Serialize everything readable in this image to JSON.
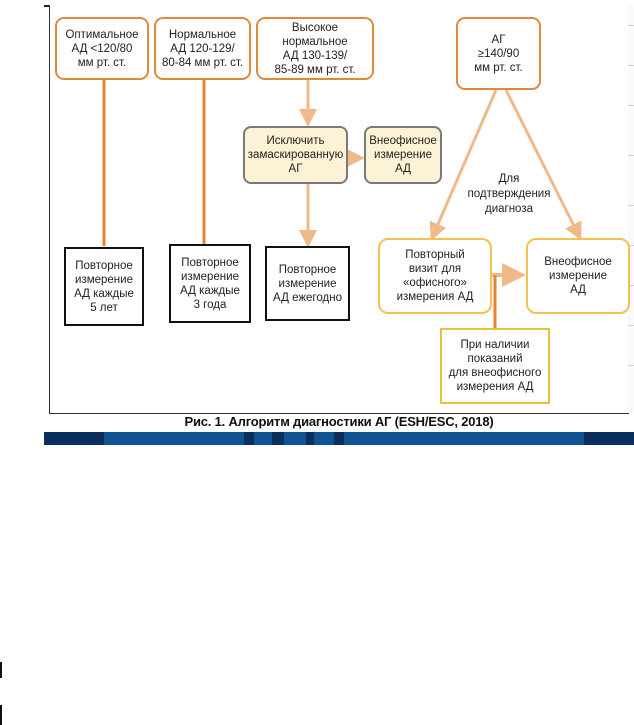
{
  "diagram": {
    "colors": {
      "orange_border": "#e0893e",
      "light_orange_line": "#f0b98a",
      "cream_fill": "#fdf1d6",
      "gray_border": "#7a7a7a",
      "yellow_border": "#f2c14e",
      "black_border": "#111111",
      "band_blue": "#0f5394",
      "band_dark": "#0a2f5c"
    },
    "categories": [
      {
        "id": "optimal",
        "text": "Оптимальное\nАД <120/80\nмм рт. ст."
      },
      {
        "id": "normal",
        "text": "Нормальное\nАД 120-129/\n80-84 мм рт. ст."
      },
      {
        "id": "high-normal",
        "text": "Высокое нормальное\nАД 130-139/\n85-89 мм рт. ст."
      },
      {
        "id": "hypertension",
        "text": "АГ\n≥140/90\nмм рт. ст."
      }
    ],
    "middle": {
      "exclude_masked": "Исключить\nзамаскированную\nАГ",
      "out_of_office_1": "Внеофисное\nизмерение\nАД"
    },
    "outcomes": {
      "every_5_years": "Повторное\nизмерение\nАД каждые\n5 лет",
      "every_3_years": "Повторное\nизмерение\nАД каждые\n3 года",
      "annually": "Повторное\nизмерение\nАД ежегодно"
    },
    "confirm_label": "Для\nподтверждения\nдиагноза",
    "repeat_visit": "Повторный\nвизит для\n«офисного»\nизмерения АД",
    "out_of_office_2": "Внеофисное\nизмерение\nАД",
    "indication_note": "При наличии\nпоказаний\nдля внеофисного\nизмерения АД"
  },
  "caption": "Рис. 1. Алгоритм диагностики АГ (ESH/ESC, 2018)"
}
